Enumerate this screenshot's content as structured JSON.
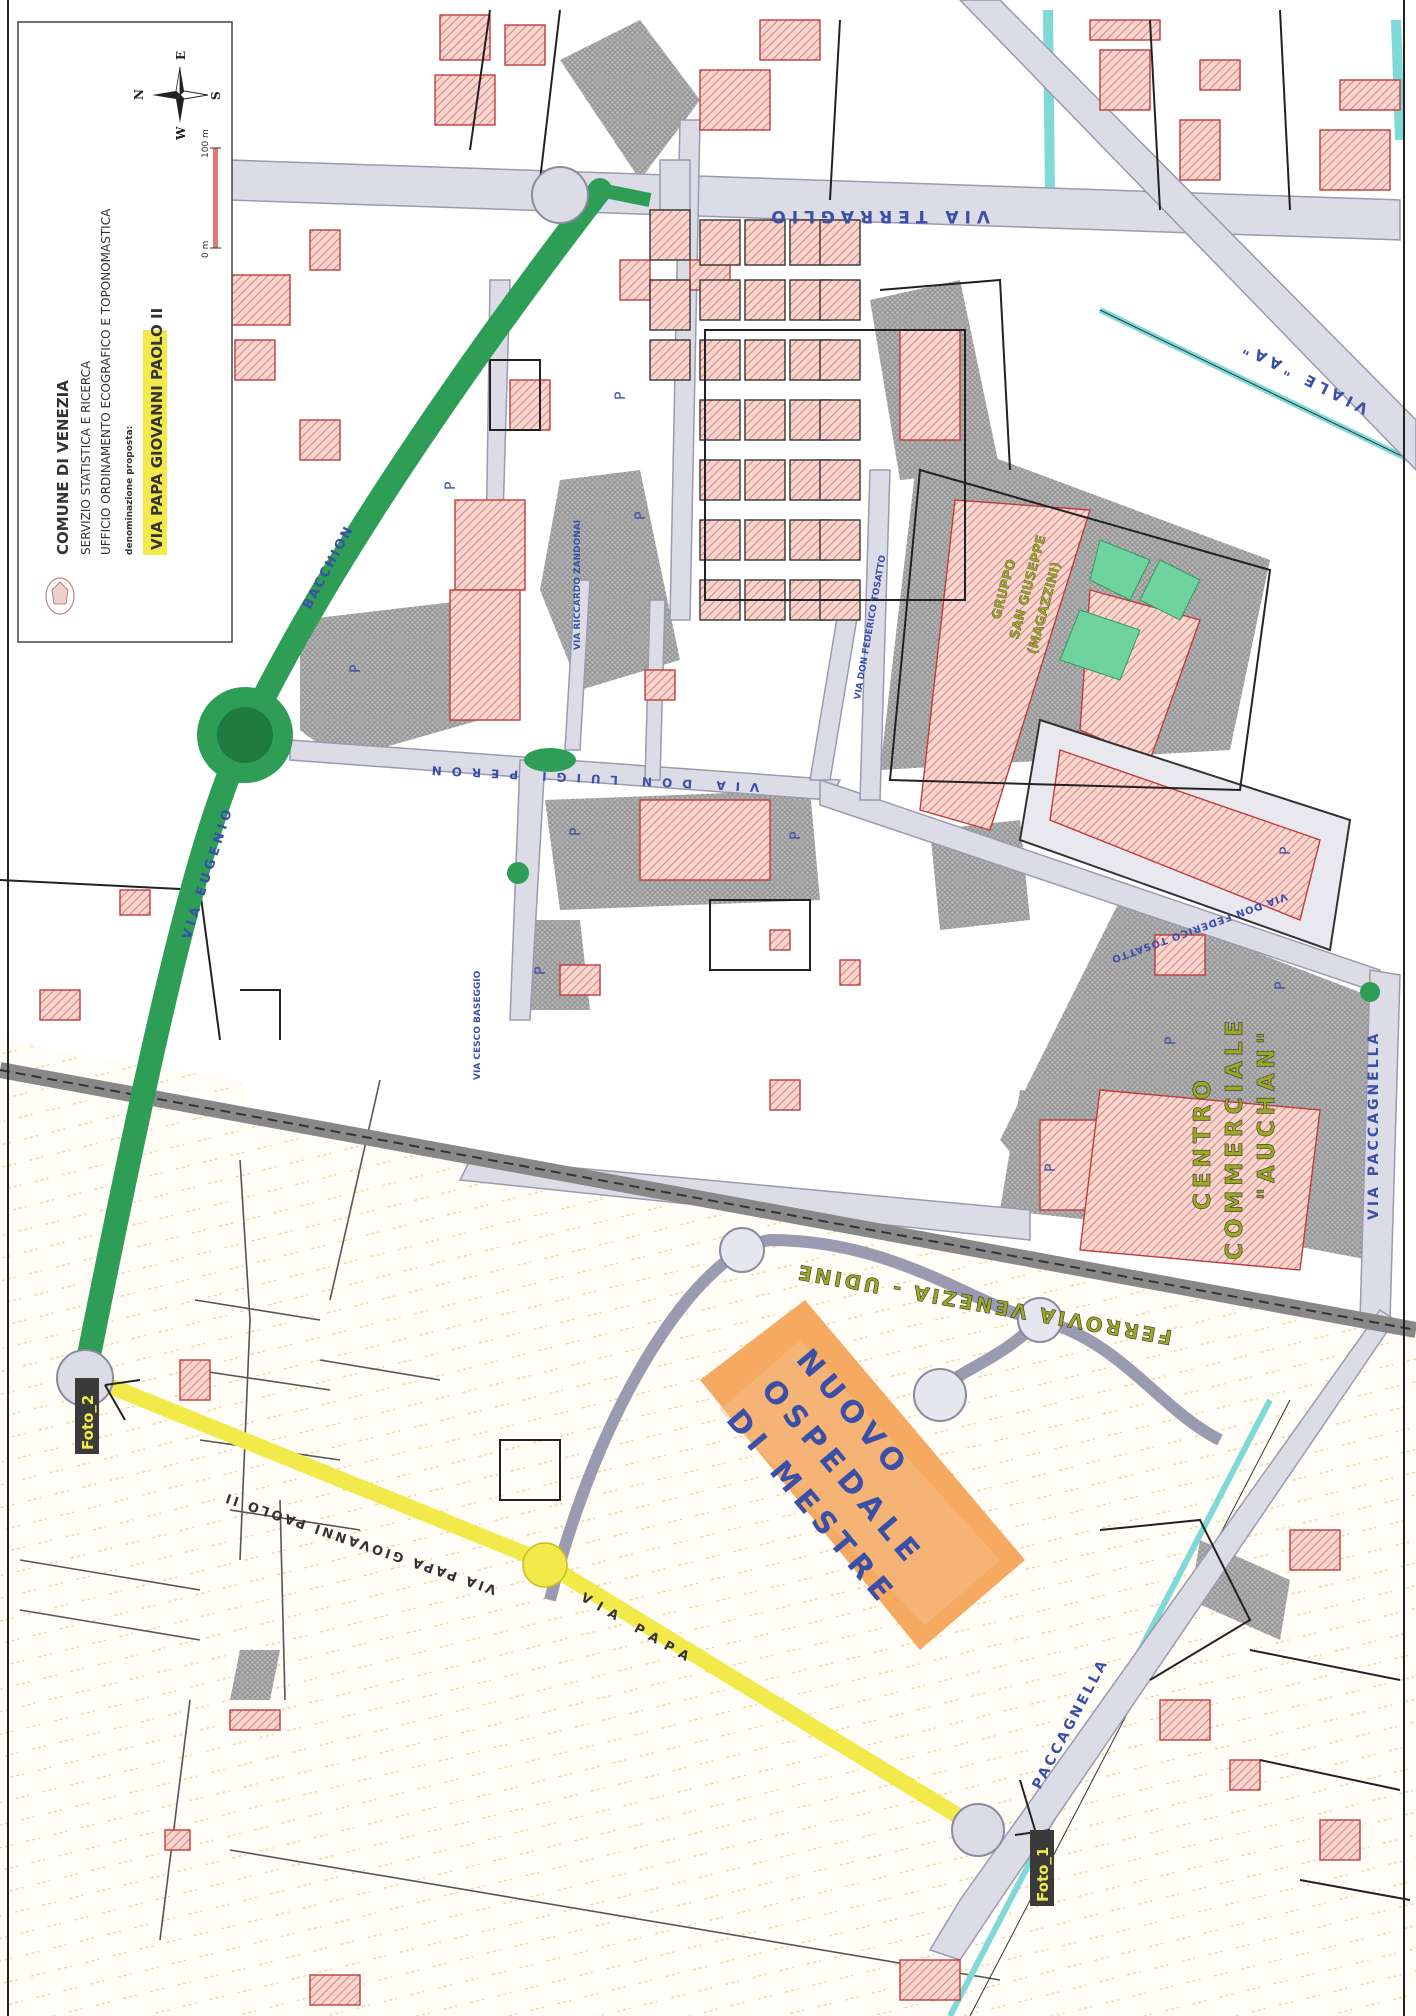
{
  "colors": {
    "green_road": "#2e9e57",
    "yellow_road": "#f2ea4a",
    "building_fill": "#f4cdc6",
    "building_stroke": "#d04545",
    "parking": "#a8a8a8",
    "road_fill": "#d7d7e2",
    "hospital_orange": "#f4a458",
    "label_blue": "#3a4fa8",
    "label_olive": "#8b9a1f",
    "field_dot": "#e8c98a",
    "water": "#7fd9d9"
  },
  "title_block": {
    "municipality": "COMUNE DI VENEZIA",
    "service": "SERVIZIO STATISTICA E RICERCA",
    "office": "UFFICIO ORDINAMENTO ECOGRAFICO E TOPONOMASTICA",
    "proposal_label": "denominazione proposta:",
    "proposed_name": "VIA PAPA GIOVANNI PAOLO II",
    "scale_zero": "0 m",
    "scale_hundred": "100 m",
    "compass": {
      "n": "N",
      "e": "E",
      "s": "S",
      "w": "W"
    }
  },
  "streets": {
    "via_terraglio": "VIA TERRAGLIO",
    "viale_aa": "VIALE \"AA\"",
    "bacchion": "BACCHION",
    "via_eugenio": "VIA EUGENIO",
    "via_don_luigi_peron": "VIA DON LUIGI PERON",
    "via_riccardo_zandonai": "VIA RICCARDO ZANDONAI",
    "via_don_federico_tosatto_a": "VIA DON FEDERICO TOSATTO",
    "via_don_federico_tosatto_b": "VIA DON FEDERICO TOSATTO",
    "via_cesco_baseggio": "VIA CESCO BASEGGIO",
    "via_paccagnella_a": "VIA PACCAGNELLA",
    "via_paccagnella_b": "PACCAGNELLA",
    "via_papa_giovanni_paolo_ii": "VIA PAPA GIOVANNI PAOLO II",
    "via_papa_lower": "VIA PAPA",
    "railway": "FERROVIA VENEZIA - UDINE"
  },
  "places": {
    "hospital": [
      "NUOVO",
      "OSPEDALE",
      "DI MESTRE"
    ],
    "mall": [
      "CENTRO",
      "COMMERCIALE",
      "\"AUCHAN\""
    ],
    "group_block": [
      "GRUPPO",
      "SAN GIUSEPPE",
      "(MAGAZZINI)"
    ],
    "parking_symbol": "P"
  },
  "photo_markers": [
    {
      "label": "Foto_2"
    },
    {
      "label": "Foto_1"
    }
  ]
}
